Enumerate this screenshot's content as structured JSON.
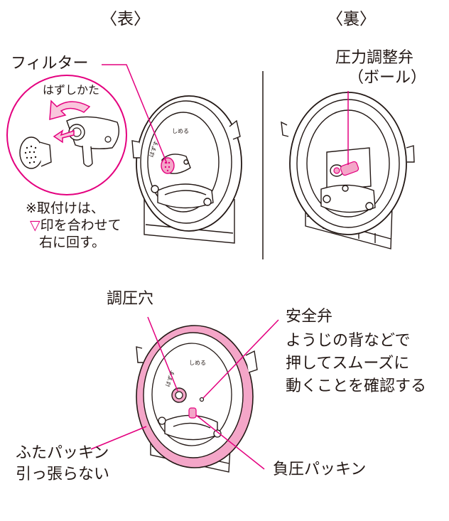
{
  "colors": {
    "accent": "#e4007f",
    "line": "#231815",
    "pink_fill": "#f4a6c8"
  },
  "headings": {
    "front": "〈表〉",
    "back": "〈裏〉"
  },
  "labels": {
    "filter": "フィルター",
    "removal": "はずしかた",
    "install_note_1": "※取付けは、",
    "install_note_2_mark": "▽",
    "install_note_2": "印を合わせて",
    "install_note_3": "右に回す。",
    "pressure_valve": "圧力調整弁",
    "pressure_valve_sub": "（ボール）",
    "regulator_hole": "調圧穴",
    "safety_valve": "安全弁",
    "safety_desc_1": "ようじの背などで",
    "safety_desc_2": "押してスムーズに",
    "safety_desc_3": "動くことを確認する",
    "lid_packing": "ふたパッキン",
    "lid_packing_desc": "引っ張らない",
    "neg_packing": "負圧パッキン"
  },
  "dial_text": {
    "remove": "はずす",
    "close": "しめる"
  }
}
